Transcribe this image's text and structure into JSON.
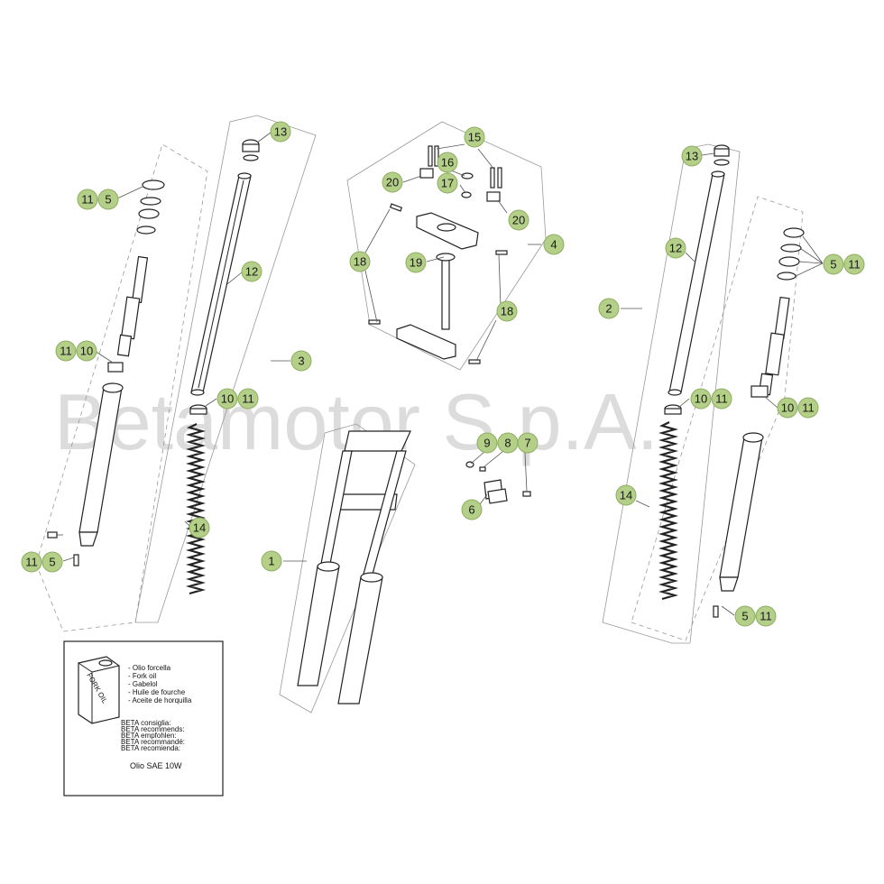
{
  "watermark": "Betamotor S.p.A.",
  "oil_box": {
    "can_label": "FORK OIL",
    "languages": [
      "- Olio forcella",
      "- Fork oil",
      "- Gabelol",
      "- Huile de fourche",
      "- Aceite de horquilla"
    ],
    "recommends": [
      "BETA consiglia:",
      "BETA recommends:",
      "BETA empfohlen:",
      "BETA recommandé:",
      "BETA recomienda:"
    ],
    "oil_grade": "Olio SAE 10W"
  },
  "callouts": {
    "c13a": "13",
    "c11a": "11",
    "c5a": "5",
    "c12a": "12",
    "c11b": "11",
    "c10b": "10",
    "c3": "3",
    "c10c": "10",
    "c11c": "11",
    "c14a": "14",
    "c11d": "11",
    "c5d": "5",
    "c15": "15",
    "c16": "16",
    "c17": "17",
    "c20a": "20",
    "c20b": "20",
    "c4": "4",
    "c18a": "18",
    "c19": "19",
    "c18b": "18",
    "c1": "1",
    "c9": "9",
    "c8": "8",
    "c7": "7",
    "c6": "6",
    "c13b": "13",
    "c12b": "12",
    "c2": "2",
    "c5e": "5",
    "c11e": "11",
    "c10f": "10",
    "c11f": "11",
    "c10g": "10",
    "c11g": "11",
    "c14b": "14",
    "c5h": "5",
    "c11h": "11"
  },
  "colors": {
    "callout_fill": "#b4cf87",
    "line": "#222222",
    "frame": "#999999"
  }
}
